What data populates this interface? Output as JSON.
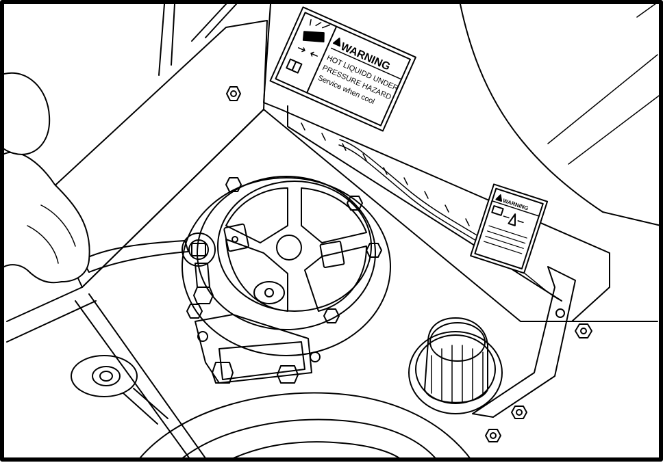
{
  "colors": {
    "ink": "#000000",
    "paper": "#ffffff"
  },
  "labels": {
    "main_warning": {
      "heading": "WARNING",
      "lines": [
        "HOT LIQUIDD UNDER",
        "PRESSURE HAZARD",
        "Service when cool"
      ]
    },
    "small_warning": {
      "heading": "WARNING"
    }
  },
  "icons": [
    "warning-triangle-icon",
    "hot-liquid-spray-icon",
    "pressure-arrows-icon",
    "manual-book-icon"
  ]
}
